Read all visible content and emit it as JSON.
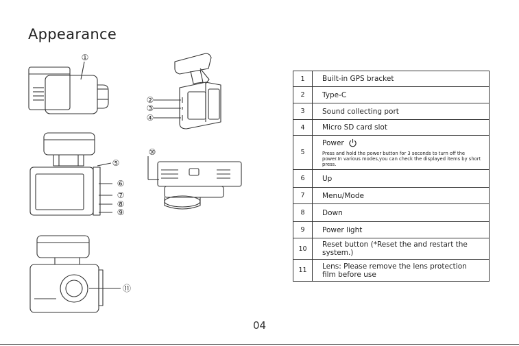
{
  "page": {
    "title": "Appearance",
    "page_number": "04"
  },
  "callouts": [
    "①",
    "②",
    "③",
    "④",
    "⑤",
    "⑥",
    "⑦",
    "⑧",
    "⑨",
    "⑩",
    "⑪"
  ],
  "parts": [
    {
      "num": "1",
      "label": "Built-in GPS bracket"
    },
    {
      "num": "2",
      "label": "Type-C"
    },
    {
      "num": "3",
      "label": "Sound collecting port"
    },
    {
      "num": "4",
      "label": "Micro SD card slot"
    },
    {
      "num": "5",
      "label": "Power",
      "icon": "power-icon",
      "note": "Press and hold the power button for 3 seconds to turn off the power.In various modes,you can check the displayed items by short press."
    },
    {
      "num": "6",
      "label": "Up"
    },
    {
      "num": "7",
      "label": "Menu/Mode"
    },
    {
      "num": "8",
      "label": "Down"
    },
    {
      "num": "9",
      "label": "Power light"
    },
    {
      "num": "10",
      "label": "Reset button (*Reset the and restart the system.)"
    },
    {
      "num": "11",
      "label": "Lens: Please remove the lens protection film before use"
    }
  ]
}
